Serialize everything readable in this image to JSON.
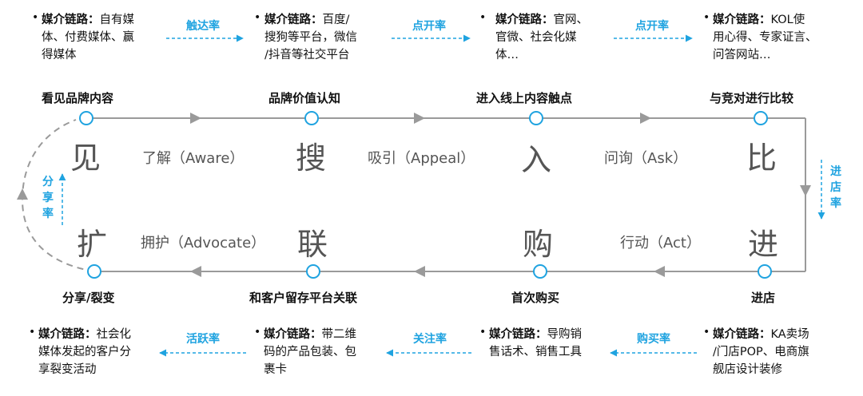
{
  "colors": {
    "line": "#9a9a9a",
    "accent": "#1fa3e0",
    "node_fill": "#ffffff"
  },
  "top_boxes": [
    {
      "key": "媒介链路：",
      "text": "自有媒\n体、付费媒体、赢\n得媒体"
    },
    {
      "key": "媒介链路：",
      "text": "百度/\n搜狗等平台，微信\n/抖音等社交平台"
    },
    {
      "key": "媒介链路：",
      "text": "官网、\n官微、社会化媒\n体…"
    },
    {
      "key": "媒介链路：",
      "text": "KOL使\n用心得、专家证言、\n问答网站…"
    }
  ],
  "top_rates": [
    "触达率",
    "点开率",
    "点开率"
  ],
  "top_stages": [
    "看见品牌内容",
    "品牌价值认知",
    "进入线上内容触点",
    "与竞对进行比较"
  ],
  "big_top": [
    "见",
    "搜",
    "入",
    "比"
  ],
  "phases_top": [
    "了解（Aware）",
    "吸引（Appeal）",
    "问询（Ask）"
  ],
  "right_rate": "进店率",
  "left_rate": "分享率",
  "big_bottom": [
    "扩",
    "联",
    "购",
    "进"
  ],
  "phases_bottom": [
    "拥护（Advocate）",
    "行动（Act）"
  ],
  "bottom_stages": [
    "分享/裂变",
    "和客户留存平台关联",
    "首次购买",
    "进店"
  ],
  "bottom_rates": [
    "活跃率",
    "关注率",
    "购买率"
  ],
  "bottom_boxes": [
    {
      "key": "媒介链路：",
      "text": "社会化\n媒体发起的客户分\n享裂变活动"
    },
    {
      "key": "媒介链路：",
      "text": "带二维\n码的产品包装、包\n裹卡"
    },
    {
      "key": "媒介链路：",
      "text": "导购销\n售话术、销售工具"
    },
    {
      "key": "媒介链路：",
      "text": "KA卖场\n/门店POP、电商旗\n舰店设计装修"
    }
  ]
}
